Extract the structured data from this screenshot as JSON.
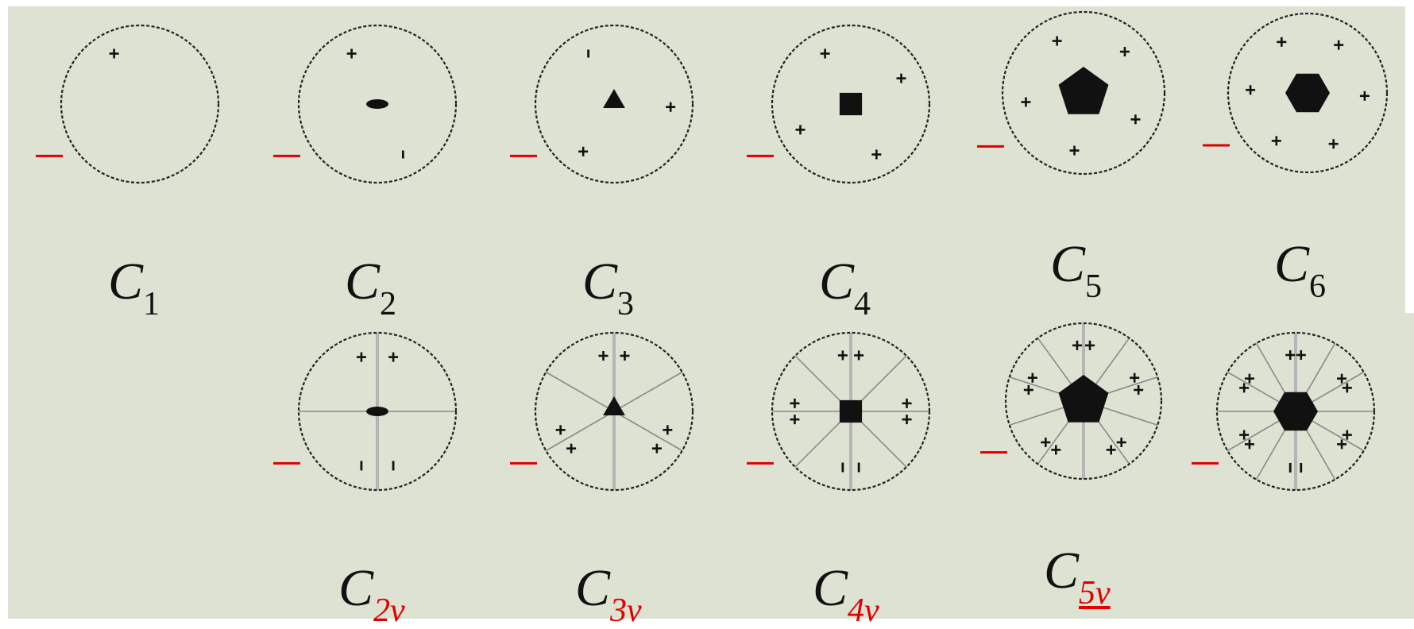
{
  "row1": [
    {
      "symbol": "C",
      "sub": "1",
      "fold": 1
    },
    {
      "symbol": "C",
      "sub": "2",
      "fold": 2
    },
    {
      "symbol": "C",
      "sub": "3",
      "fold": 3
    },
    {
      "symbol": "C",
      "sub": "4",
      "fold": 4
    },
    {
      "symbol": "C",
      "sub": "5",
      "fold": 5
    },
    {
      "symbol": "C",
      "sub": "6",
      "fold": 6
    }
  ],
  "row2": [
    {
      "symbol": "C",
      "sub": "2v",
      "fold": 2
    },
    {
      "symbol": "C",
      "sub": "3v",
      "fold": 3
    },
    {
      "symbol": "C",
      "sub": "4v",
      "fold": 4
    },
    {
      "symbol": "C",
      "sub": "5v",
      "fold": 5
    },
    {
      "fold": 6
    }
  ],
  "colors": {
    "background": "#dde2d3",
    "outline": "#222222",
    "mirror": "#a8a8a8",
    "marker": "#e00000",
    "subscript": "#e00000"
  }
}
